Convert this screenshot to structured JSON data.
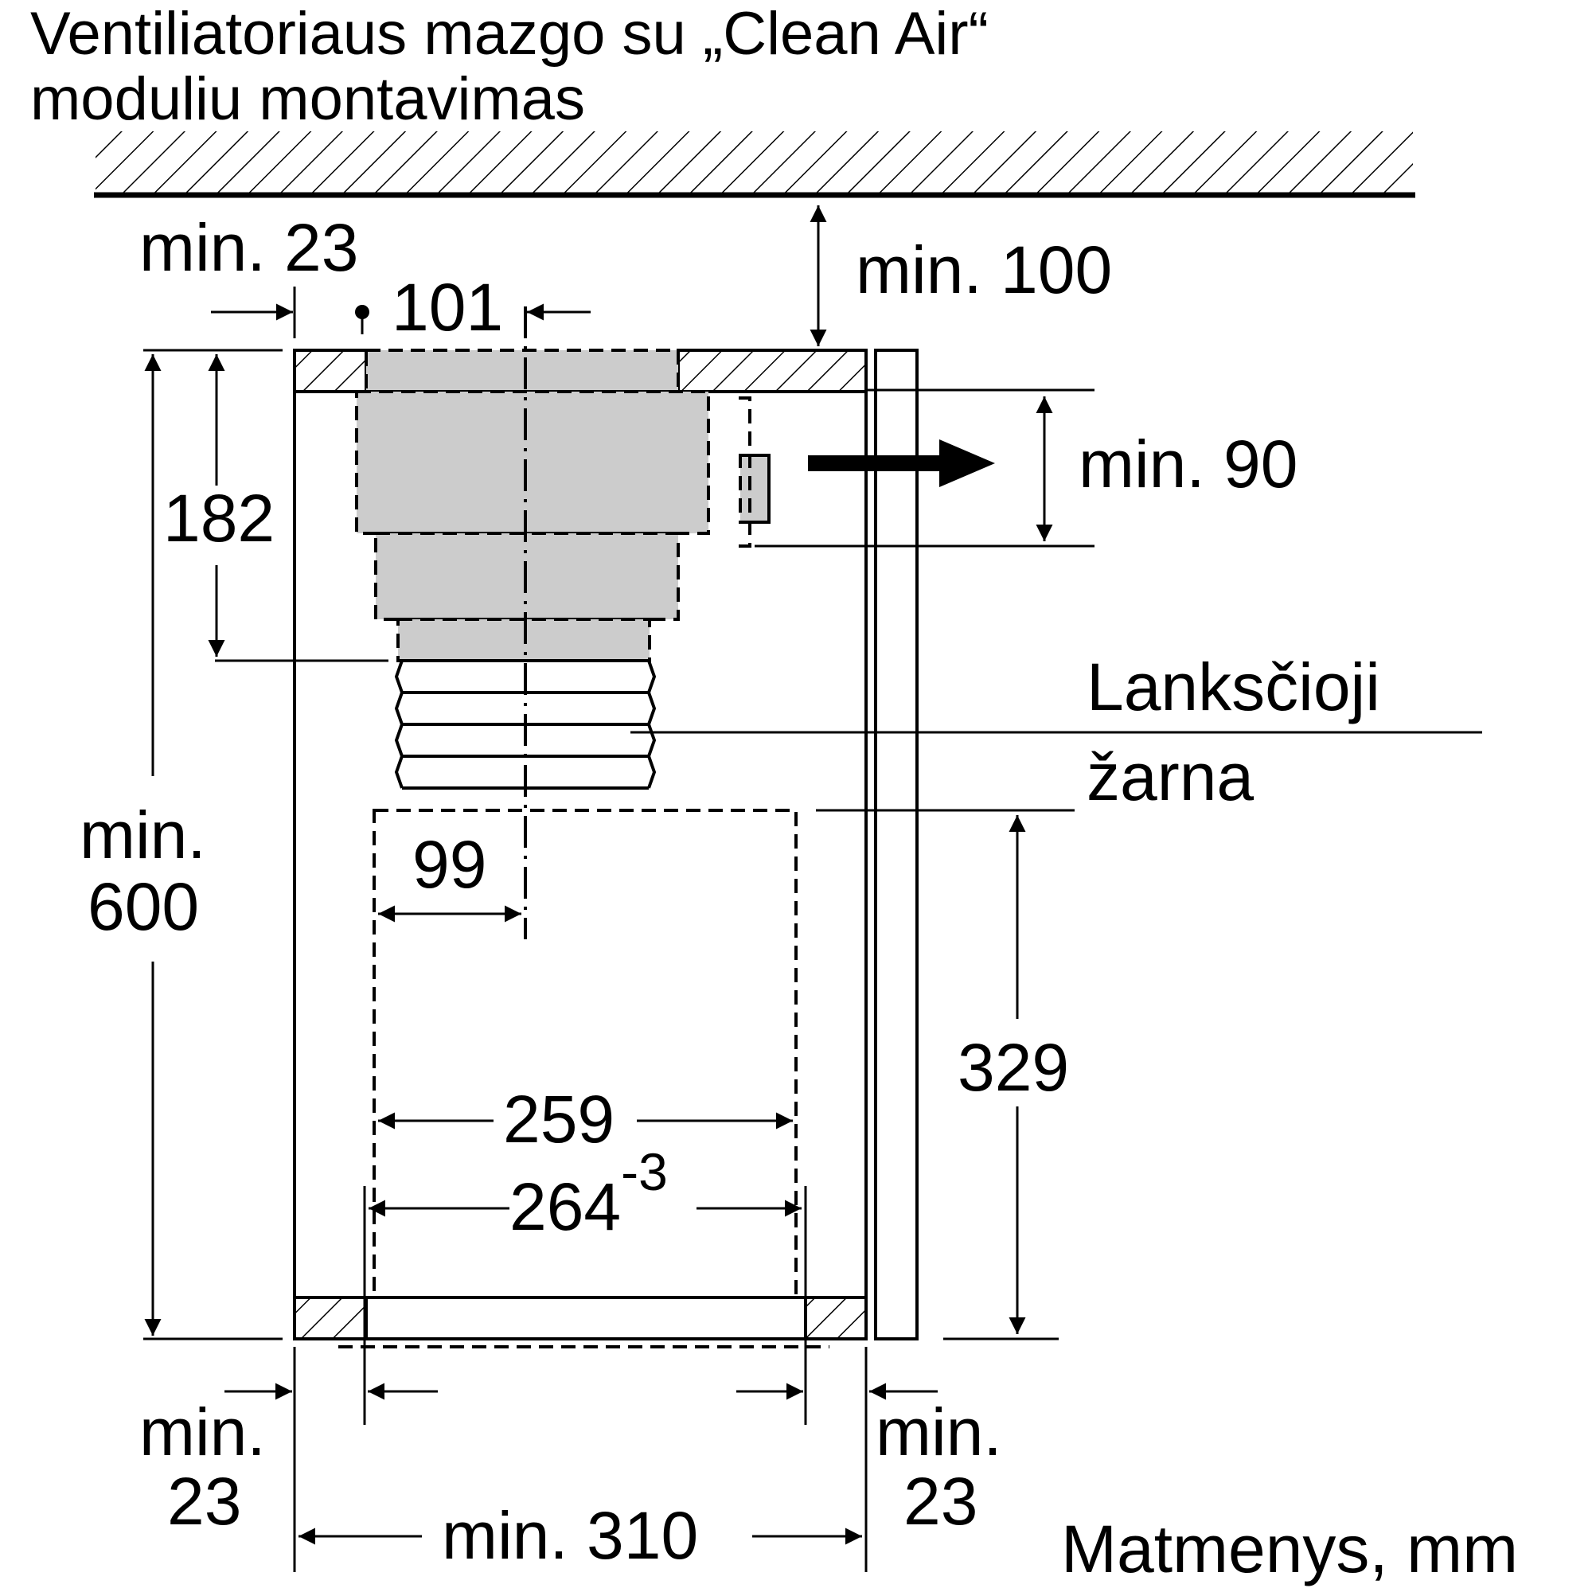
{
  "title": {
    "line1": "Ventiliatoriaus mazgo su „Clean Air“",
    "line2": "moduliu montavimas"
  },
  "labels": {
    "flex_hose_line1": "Lanksčioji",
    "flex_hose_line2": "žarna",
    "units": "Matmenys, mm"
  },
  "dimensions": {
    "top_left_offset": "min. 23",
    "axis_offset": "101",
    "ceiling_gap": "min. 100",
    "outlet_height": "min. 90",
    "unit_height": "182",
    "total_height_line1": "min.",
    "total_height_line2": "600",
    "half_width": "99",
    "lower_height": "329",
    "inner_width": "259",
    "cutout_width": "264",
    "cutout_tolerance": "-3",
    "bottom_left_line1": "min.",
    "bottom_left_line2": "23",
    "bottom_right_line1": "min.",
    "bottom_right_line2": "23",
    "total_width": "min. 310"
  }
}
